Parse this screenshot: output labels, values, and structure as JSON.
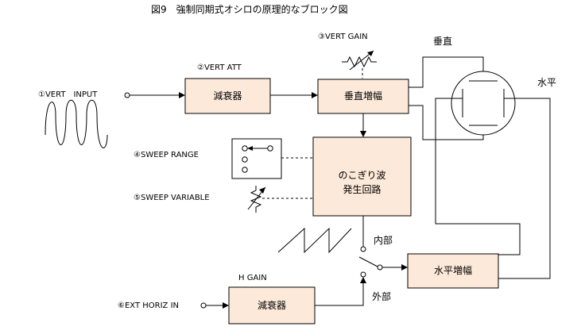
{
  "title": "図9　強制同期式オシロの原理的なブロック図",
  "labels": {
    "vert_input": "①VERT　INPUT",
    "vert_att": "②VERT ATT",
    "vert_gain": "③VERT GAIN",
    "sweep_range": "④SWEEP RANGE",
    "sweep_variable": "⑤SWEEP VARIABLE",
    "ext_horiz_in": "⑥EXT HORIZ IN",
    "h_gain": "H GAIN",
    "vertical": "垂直",
    "horizontal": "水平",
    "internal": "内部",
    "external": "外部"
  },
  "blocks": {
    "attenuator_top": "減衰器",
    "vert_amp": "垂直増幅",
    "sawtooth_gen_line1": "のこぎり波",
    "sawtooth_gen_line2": "発生回路",
    "horiz_amp": "水平増幅",
    "attenuator_bottom": "減衰器"
  },
  "colors": {
    "block_fill": "#fde9d9",
    "line": "#000000"
  }
}
